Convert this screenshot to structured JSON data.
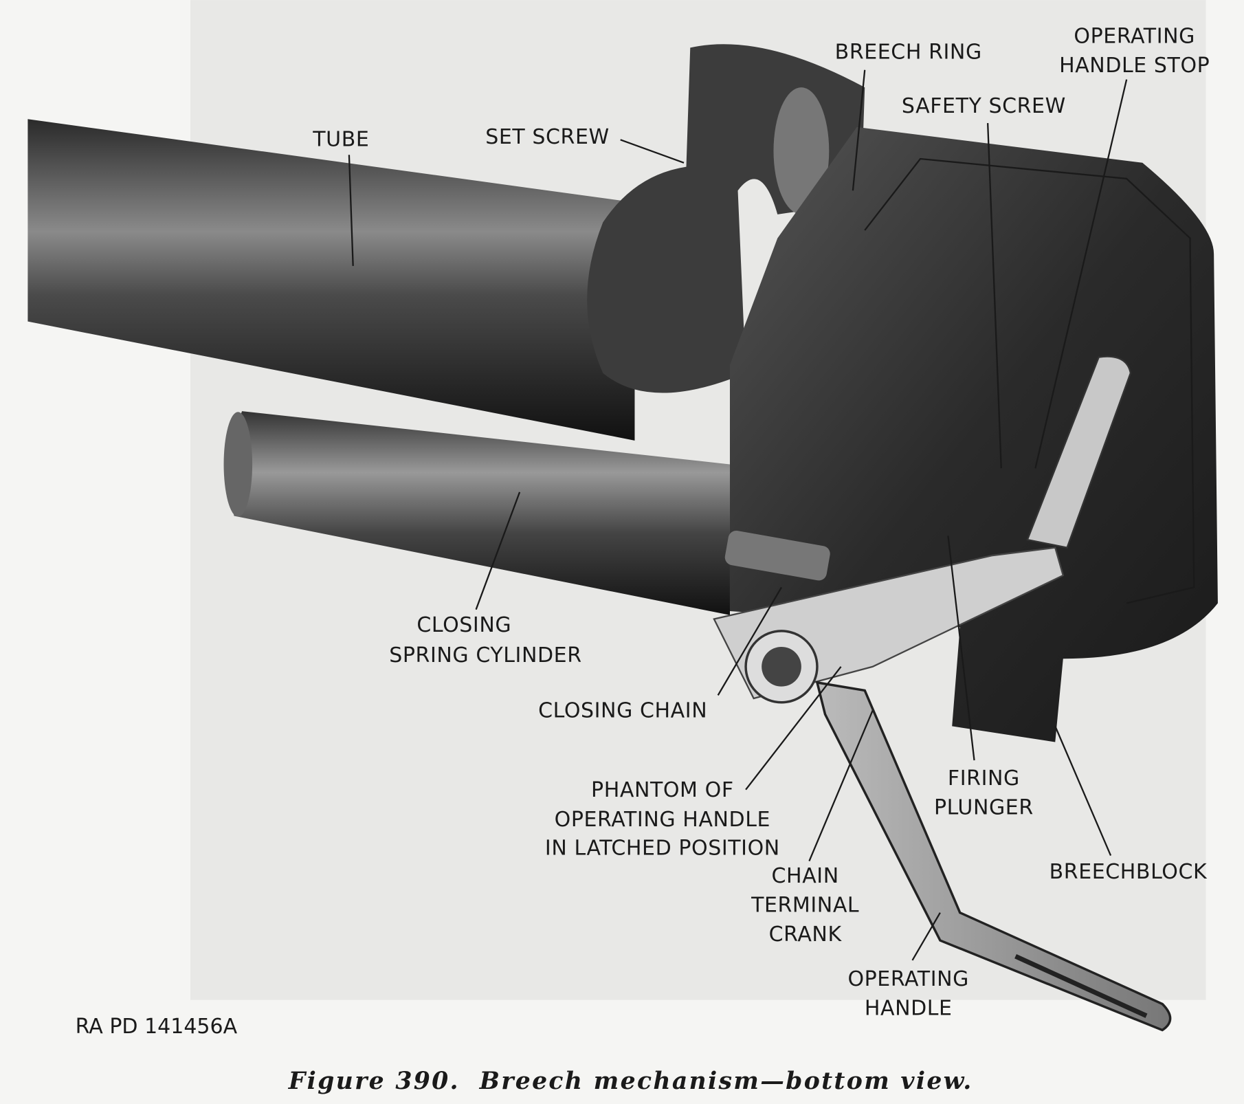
{
  "labels": {
    "tube": "TUBE",
    "set_screw": "SET SCREW",
    "breech_ring": "BREECH RING",
    "operating_handle_stop": [
      "OPERATING",
      "HANDLE STOP"
    ],
    "safety_screw": "SAFETY SCREW",
    "closing_spring_cylinder": [
      "CLOSING",
      "SPRING CYLINDER"
    ],
    "closing_chain": "CLOSING CHAIN",
    "phantom": [
      "PHANTOM OF",
      "OPERATING HANDLE",
      "IN LATCHED POSITION"
    ],
    "chain_terminal_crank": [
      "CHAIN",
      "TERMINAL",
      "CRANK"
    ],
    "firing_plunger": [
      "FIRING",
      "PLUNGER"
    ],
    "breechblock": "BREECHBLOCK",
    "operating_handle": [
      "OPERATING",
      "HANDLE"
    ]
  },
  "reference": "RA PD 141456A",
  "caption": "Figure 390.  Breech mechanism—bottom view."
}
